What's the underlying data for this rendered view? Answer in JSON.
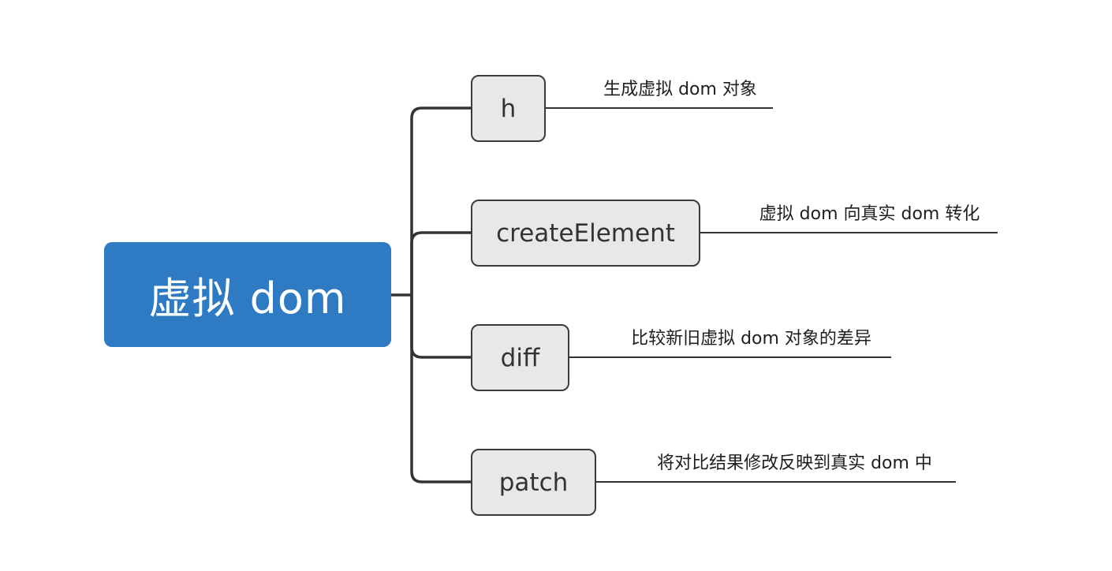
{
  "root": {
    "label": "虚拟 dom"
  },
  "branches": [
    {
      "node": "h",
      "note": "生成虚拟 dom 对象"
    },
    {
      "node": "createElement",
      "note": "虚拟 dom 向真实 dom 转化"
    },
    {
      "node": "diff",
      "note": "比较新旧虚拟 dom 对象的差异"
    },
    {
      "node": "patch",
      "note": "将对比结果修改反映到真实 dom 中"
    }
  ],
  "colors": {
    "root_fill": "#2e7bc4",
    "root_text": "#ffffff",
    "node_fill": "#e8e8e8",
    "node_border": "#3b3b3b",
    "connector": "#333333",
    "note_text": "#1e1e1e"
  }
}
